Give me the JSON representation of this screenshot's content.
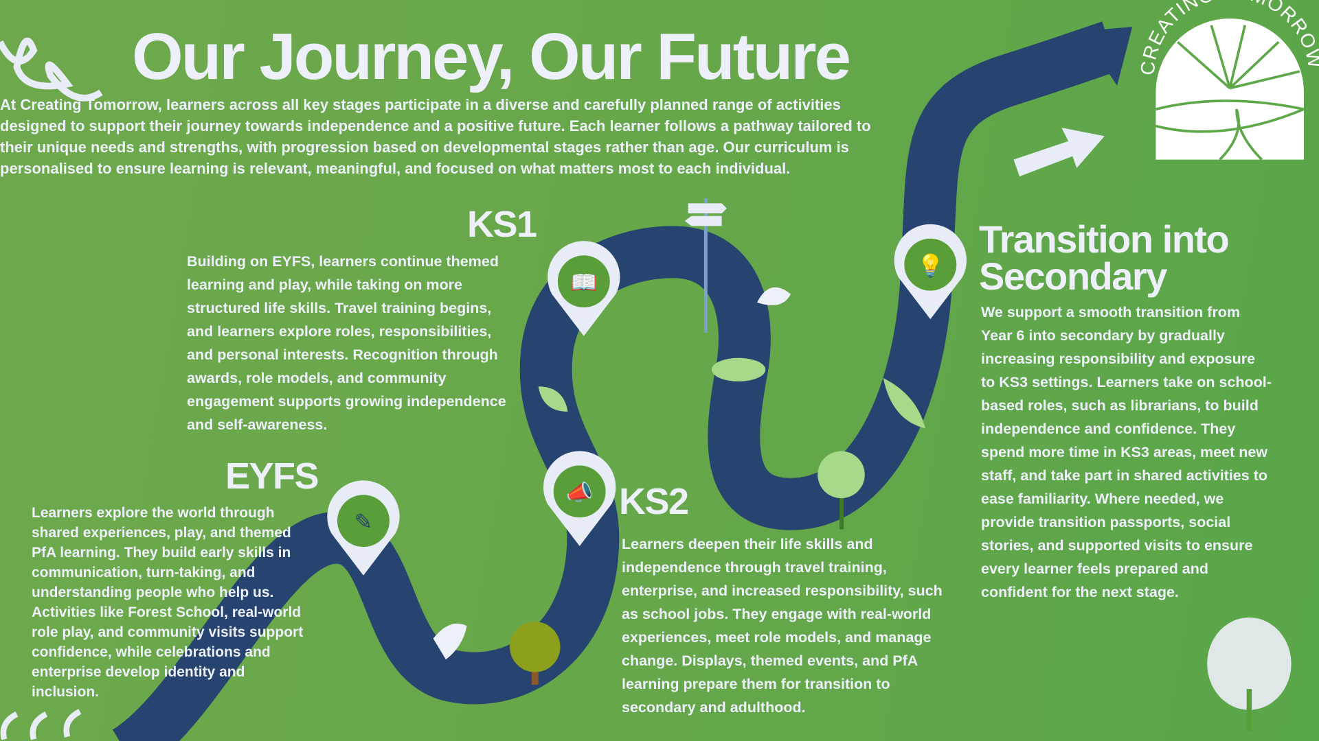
{
  "title": "Our Journey, Our Future",
  "intro": "At Creating Tomorrow, learners across all key stages participate in a diverse and carefully planned range of activities designed to support their journey towards independence and a positive future. Each learner follows a pathway tailored to their unique needs and strengths, with progression based on developmental stages rather than age. Our curriculum is personalised to ensure learning is relevant, meaningful, and focused on what matters most to each individual.",
  "logo_text": "CREATING TOMORROW",
  "stages": {
    "eyfs": {
      "heading": "EYFS",
      "text": "Learners explore the world through shared experiences, play, and themed PfA learning. They build early skills in communication, turn-taking, and understanding people who help us. Activities like Forest School, real-world role play, and community visits support confidence, while celebrations and enterprise develop identity and inclusion."
    },
    "ks1": {
      "heading": "KS1",
      "text": "Building on EYFS, learners continue themed learning and play, while taking on more structured life skills. Travel training begins, and learners explore roles, responsibilities, and personal interests. Recognition through awards, role models, and community engagement supports growing independence and self-awareness."
    },
    "ks2": {
      "heading": "KS2",
      "text": "Learners deepen their life skills and independence through travel training, enterprise, and increased responsibility, such as school jobs. They engage with real-world experiences, meet role models, and manage change. Displays, themed events, and PfA learning prepare them for transition to secondary and adulthood."
    },
    "transition": {
      "heading": "Transition into Secondary",
      "text": "We support a smooth transition from Year 6 into secondary by gradually increasing responsibility and exposure to KS3 settings. Learners take on school-based roles, such as librarians, to build independence and confidence. They spend more time in KS3 areas, meet new staff, and take part in shared activities to ease familiarity. Where needed, we provide transition passports, social stories, and supported visits to ensure every learner feels prepared and confident for the next stage."
    }
  },
  "colors": {
    "road": "#26446f",
    "background": "#66a84b",
    "text": "#edf0f8",
    "pin_inner": "#5a9e3a"
  }
}
